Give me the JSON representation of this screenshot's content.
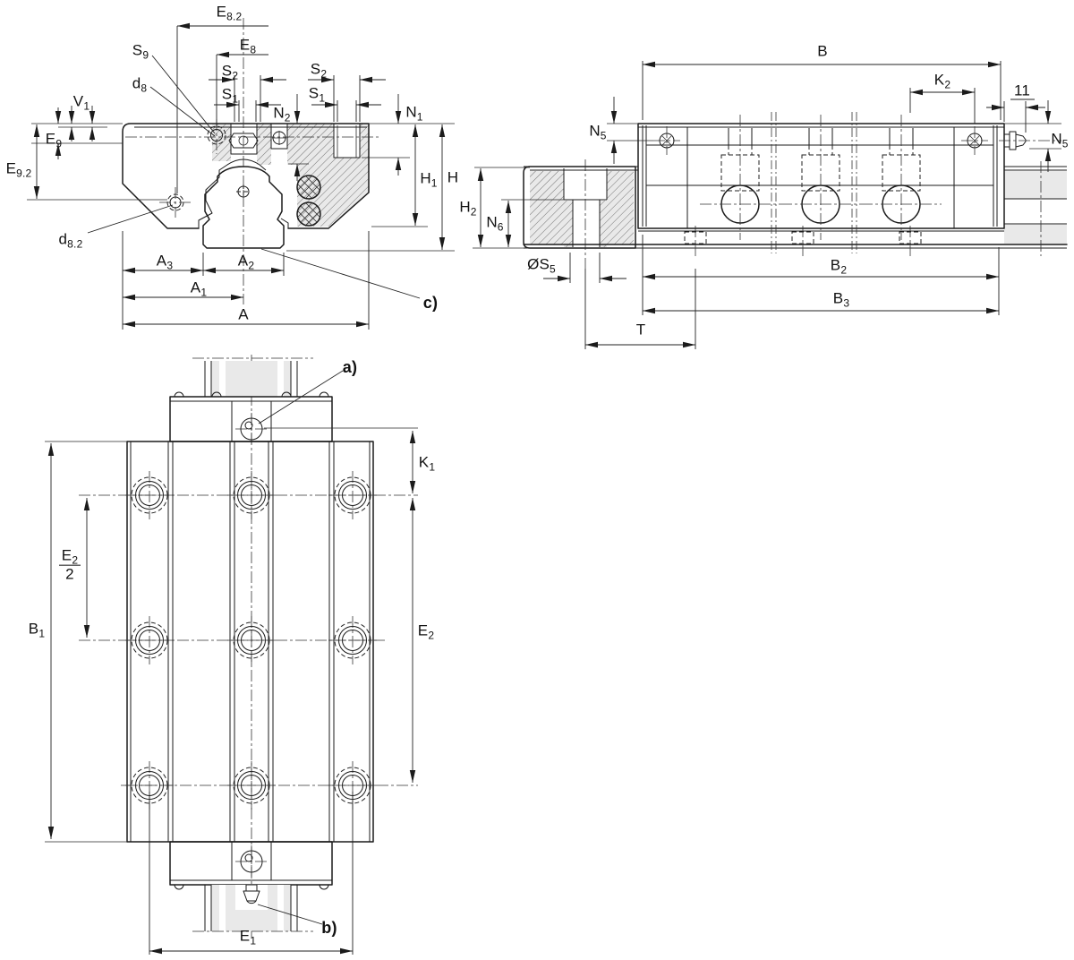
{
  "drawing": {
    "type": "engineering-dimensional-drawing",
    "colors": {
      "line": "#1b1b1b",
      "dimension_line": "#222222",
      "section_fill": "#e9e9e9",
      "background": "#ffffff"
    }
  },
  "front": {
    "e8_2": {
      "b": "E",
      "s": "8.2"
    },
    "e8": {
      "b": "E",
      "s": "8"
    },
    "s2_left": {
      "b": "S",
      "s": "2"
    },
    "s1_left": {
      "b": "S",
      "s": "1"
    },
    "s9": {
      "b": "S",
      "s": "9"
    },
    "d8": {
      "b": "d",
      "s": "8"
    },
    "v1": {
      "b": "V",
      "s": "1"
    },
    "e9": {
      "b": "E",
      "s": "9"
    },
    "e9_2": {
      "b": "E",
      "s": "9.2"
    },
    "n2": {
      "b": "N",
      "s": "2"
    },
    "s2_right": {
      "b": "S",
      "s": "2"
    },
    "s1_right": {
      "b": "S",
      "s": "1"
    },
    "n1": {
      "b": "N",
      "s": "1"
    },
    "h1": {
      "b": "H",
      "s": "1"
    },
    "h": {
      "b": "H",
      "s": ""
    },
    "d8_2": {
      "b": "d",
      "s": "8.2"
    },
    "a3": {
      "b": "A",
      "s": "3"
    },
    "a2": {
      "b": "A",
      "s": "2"
    },
    "a1": {
      "b": "A",
      "s": "1"
    },
    "a": {
      "b": "A",
      "s": ""
    },
    "c_note": {
      "b": "c)",
      "s": ""
    }
  },
  "side": {
    "b": {
      "b": "B",
      "s": ""
    },
    "k2": {
      "b": "K",
      "s": "2"
    },
    "eleven": {
      "b": "11",
      "s": ""
    },
    "n5_left": {
      "b": "N",
      "s": "5"
    },
    "n5_right": {
      "b": "N",
      "s": "5"
    },
    "h2": {
      "b": "H",
      "s": "2"
    },
    "n6": {
      "b": "N",
      "s": "6"
    },
    "s5": {
      "b": "ØS",
      "s": "5"
    },
    "b2": {
      "b": "B",
      "s": "2"
    },
    "b3": {
      "b": "B",
      "s": "3"
    },
    "t": {
      "b": "T",
      "s": ""
    }
  },
  "plan": {
    "a_note": {
      "b": "a)",
      "s": ""
    },
    "k1": {
      "b": "K",
      "s": "1"
    },
    "e2": {
      "b": "E",
      "s": "2"
    },
    "e2half": {
      "num_b": "E",
      "num_s": "2",
      "den": "2"
    },
    "b1": {
      "b": "B",
      "s": "1"
    },
    "e1": {
      "b": "E",
      "s": "1"
    },
    "b_note": {
      "b": "b)",
      "s": ""
    }
  }
}
